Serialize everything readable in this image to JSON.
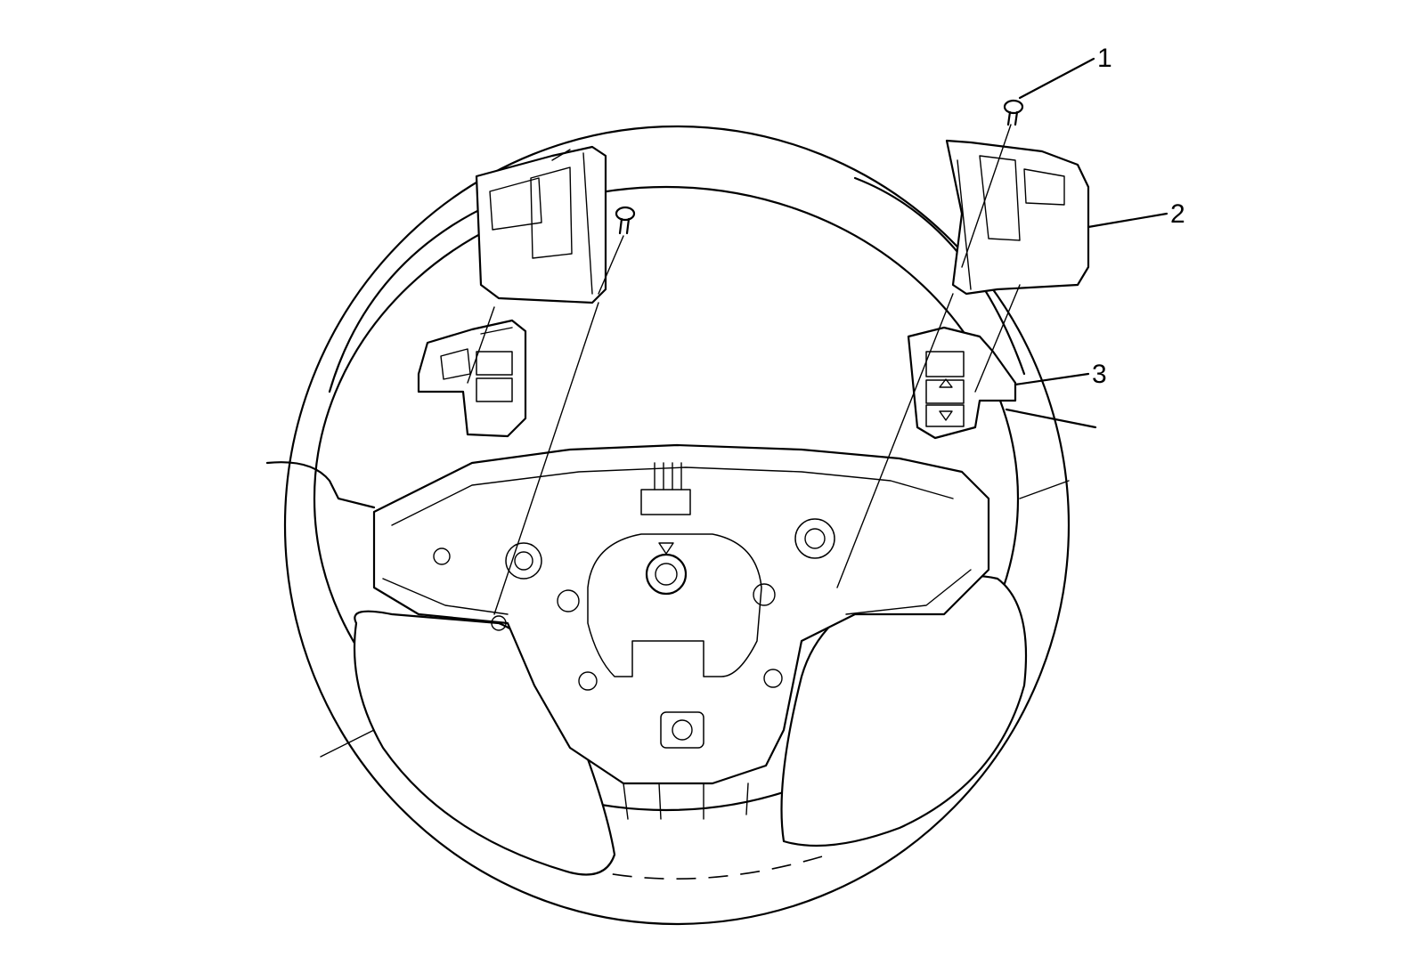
{
  "figure": {
    "description_icon": "steering-wheel-switch-icon",
    "callouts": [
      {
        "id": "1",
        "label": "1"
      },
      {
        "id": "2",
        "label": "2"
      },
      {
        "id": "3",
        "label": "3"
      }
    ]
  },
  "colors": {
    "line": "#000000",
    "background": "#ffffff"
  }
}
